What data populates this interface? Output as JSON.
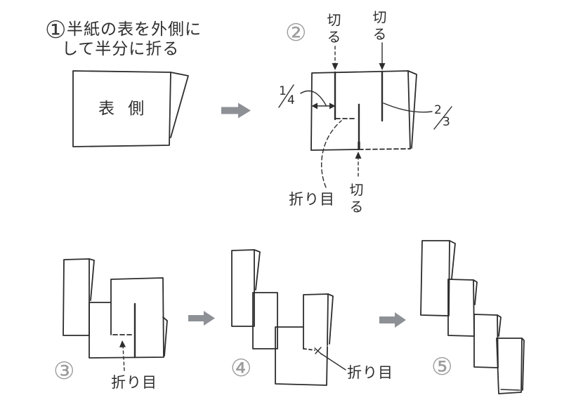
{
  "figure_type": "origami-paper-cutting-instructions",
  "steps": {
    "s1": {
      "badge": "①",
      "instruction_line1": "半紙の表を外側に",
      "instruction_line2": "して半分に折る",
      "paper_label": "表 側"
    },
    "s2": {
      "badge": "②",
      "cut_label_top_left": "切る",
      "cut_label_top_right": "切る",
      "cut_label_bottom": "切る",
      "fold_label": "折り目",
      "fraction_quarter": {
        "numerator": "1",
        "denominator": "4"
      },
      "fraction_two_thirds": {
        "numerator": "2",
        "denominator": "3"
      }
    },
    "s3": {
      "badge": "③",
      "fold_label": "折り目"
    },
    "s4": {
      "badge": "④",
      "fold_label": "折り目"
    },
    "s5": {
      "badge": "⑤"
    }
  },
  "colors": {
    "ink": "#2d2d2d",
    "badge_gray": "#9b9b9b",
    "badge_dark": "#3a3a3a",
    "arrow_gray": "#8d9196",
    "background": "#ffffff"
  }
}
